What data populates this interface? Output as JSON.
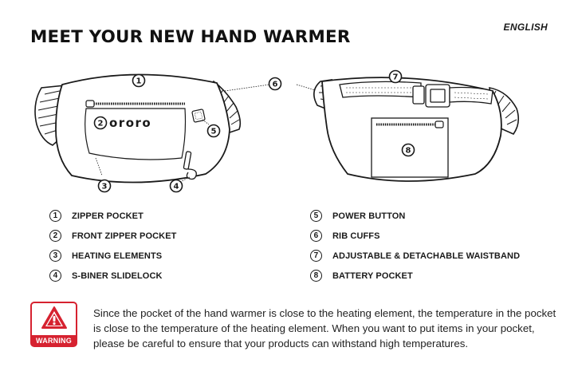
{
  "header": {
    "language": "ENGLISH",
    "title": "MEET YOUR NEW HAND WARMER"
  },
  "illustration": {
    "brand": "ororo",
    "callouts": [
      "1",
      "2",
      "3",
      "4",
      "5",
      "6",
      "7",
      "8"
    ]
  },
  "legend": {
    "left": [
      {
        "number": "1",
        "label": "ZIPPER POCKET"
      },
      {
        "number": "2",
        "label": "FRONT ZIPPER POCKET"
      },
      {
        "number": "3",
        "label": "HEATING ELEMENTS"
      },
      {
        "number": "4",
        "label": "S-BINER SLIDELOCK"
      }
    ],
    "right": [
      {
        "number": "5",
        "label": "POWER BUTTON"
      },
      {
        "number": "6",
        "label": "RIB CUFFS"
      },
      {
        "number": "7",
        "label": "ADJUSTABLE & DETACHABLE WAISTBAND"
      },
      {
        "number": "8",
        "label": "BATTERY POCKET"
      }
    ]
  },
  "warning": {
    "label": "WARNING",
    "text": "Since the pocket of the hand warmer is close to the heating element, the temperature in the pocket is close to the temperature of the heating element. When you want to put items in your pocket, please be careful to ensure that your products can withstand high temperatures."
  },
  "colors": {
    "warning_red": "#d62230",
    "text": "#1a1a1a"
  }
}
